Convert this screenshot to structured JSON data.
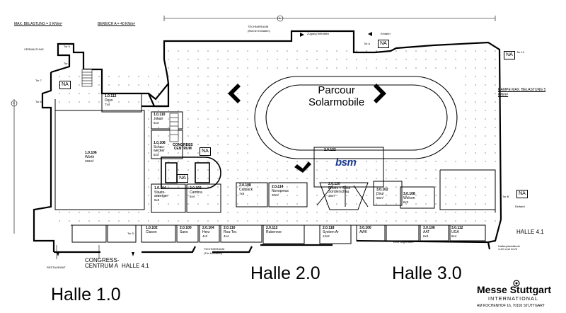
{
  "header": {
    "load_note": "MAX. BELASTUNG = 5 KN/m²",
    "area_note": "BEREICH A = 40 KN/m²",
    "ramp_note": "RAMPE MAX. BELASTUNG 5 KN/m²",
    "axis_a": "A",
    "axis_c": "C"
  },
  "labels": {
    "verwaltung": "VERWALTUNG",
    "technikraum_top": "TECHNIKRAUM",
    "technikraum_top_sub": "(Ebene freihalten)",
    "technikraum_bottom": "TECHNIKRAUM",
    "technikraum_bottom_sub": "(Tür freihalten)",
    "zugang": "Zugang freihalten",
    "einfahrt": "Einfahrt",
    "einfahrt_right": "Einfahrt",
    "restaurant": "RESTAURANT",
    "congress_a": "CONGRESS-\nCENTRUM A",
    "halle41_left": "HALLE 4.1",
    "halle41_right": "HALLE 4.1",
    "congress_centrum": "CONGRESS\nCENTRUM",
    "parcour": "Parcour\nSolarmobile",
    "bsm": "bsm",
    "kein_lagerraum": "Kein Lagerraum",
    "hallen_top": "Hallenplanstände\n4-3/1 und 4/1/3",
    "tor_labels": [
      "Tor 9",
      "Tor 8",
      "Tor 7",
      "Tor 6",
      "Tor A",
      "Tor 10",
      "Tor B",
      "Tor D"
    ]
  },
  "na_badges": [
    "NA",
    "NA",
    "NA",
    "NA",
    "NA",
    "NA"
  ],
  "stands": [
    {
      "num": "1.0.112",
      "name": "Duss",
      "size": "7x4"
    },
    {
      "num": "1.0.106",
      "name": "Würth",
      "size": "382m²"
    },
    {
      "num": "1.0.110",
      "name": "Jokari",
      "size": "5x3"
    },
    {
      "num": "1.0.108",
      "name": "Schau-\nwecker",
      "size": "5x3"
    },
    {
      "num": "1.0.104",
      "name": "Staats-\nanzeiger",
      "size": "5x3"
    },
    {
      "num": "2.0.102",
      "name": "Cambra",
      "size": "6x4"
    },
    {
      "num": "2.0.108",
      "name": "Callpack",
      "size": "7x5"
    },
    {
      "num": "2.0.114",
      "name": "Novopress",
      "size": "30m²"
    },
    {
      "num": "2.0.122",
      "name": "",
      "size": ""
    },
    {
      "num": "2.0.120",
      "name": "Eheim + Solar\nSonderschau",
      "size": "36m²"
    },
    {
      "num": "3.0.102",
      "name": "Dirul",
      "size": "99m²"
    },
    {
      "num": "3.0.108",
      "name": "Welcon",
      "size": "8x3"
    },
    {
      "num": "1.0.102",
      "name": "Claxon",
      "size": ""
    },
    {
      "num": "2.0.100",
      "name": "Sano",
      "size": ""
    },
    {
      "num": "2.0.104",
      "name": "Herz",
      "size": "4x2"
    },
    {
      "num": "2.0.110",
      "name": "Roa-Tec",
      "size": "4x4"
    },
    {
      "num": "2.0.112",
      "name": "Rubenroe",
      "size": ""
    },
    {
      "num": "2.0.118",
      "name": "System Ar",
      "size": "12x2"
    },
    {
      "num": "3.0.100",
      "name": "AWK",
      "size": ""
    },
    {
      "num": "3.0.106",
      "name": "AAT",
      "size": "6x3"
    },
    {
      "num": "3.0.112",
      "name": "UGA",
      "size": "8x4"
    }
  ],
  "halls": {
    "h1": "Halle 1.0",
    "h2": "Halle 2.0",
    "h3": "Halle 3.0"
  },
  "logo": {
    "name": "Messe Stuttgart",
    "sub": "INTERNATIONAL",
    "address": "AM KOCHENHOF 16, 70192 STUTTGART"
  },
  "colors": {
    "ink": "#000000",
    "bsm_blue": "#1a3a8c",
    "background": "#ffffff"
  }
}
